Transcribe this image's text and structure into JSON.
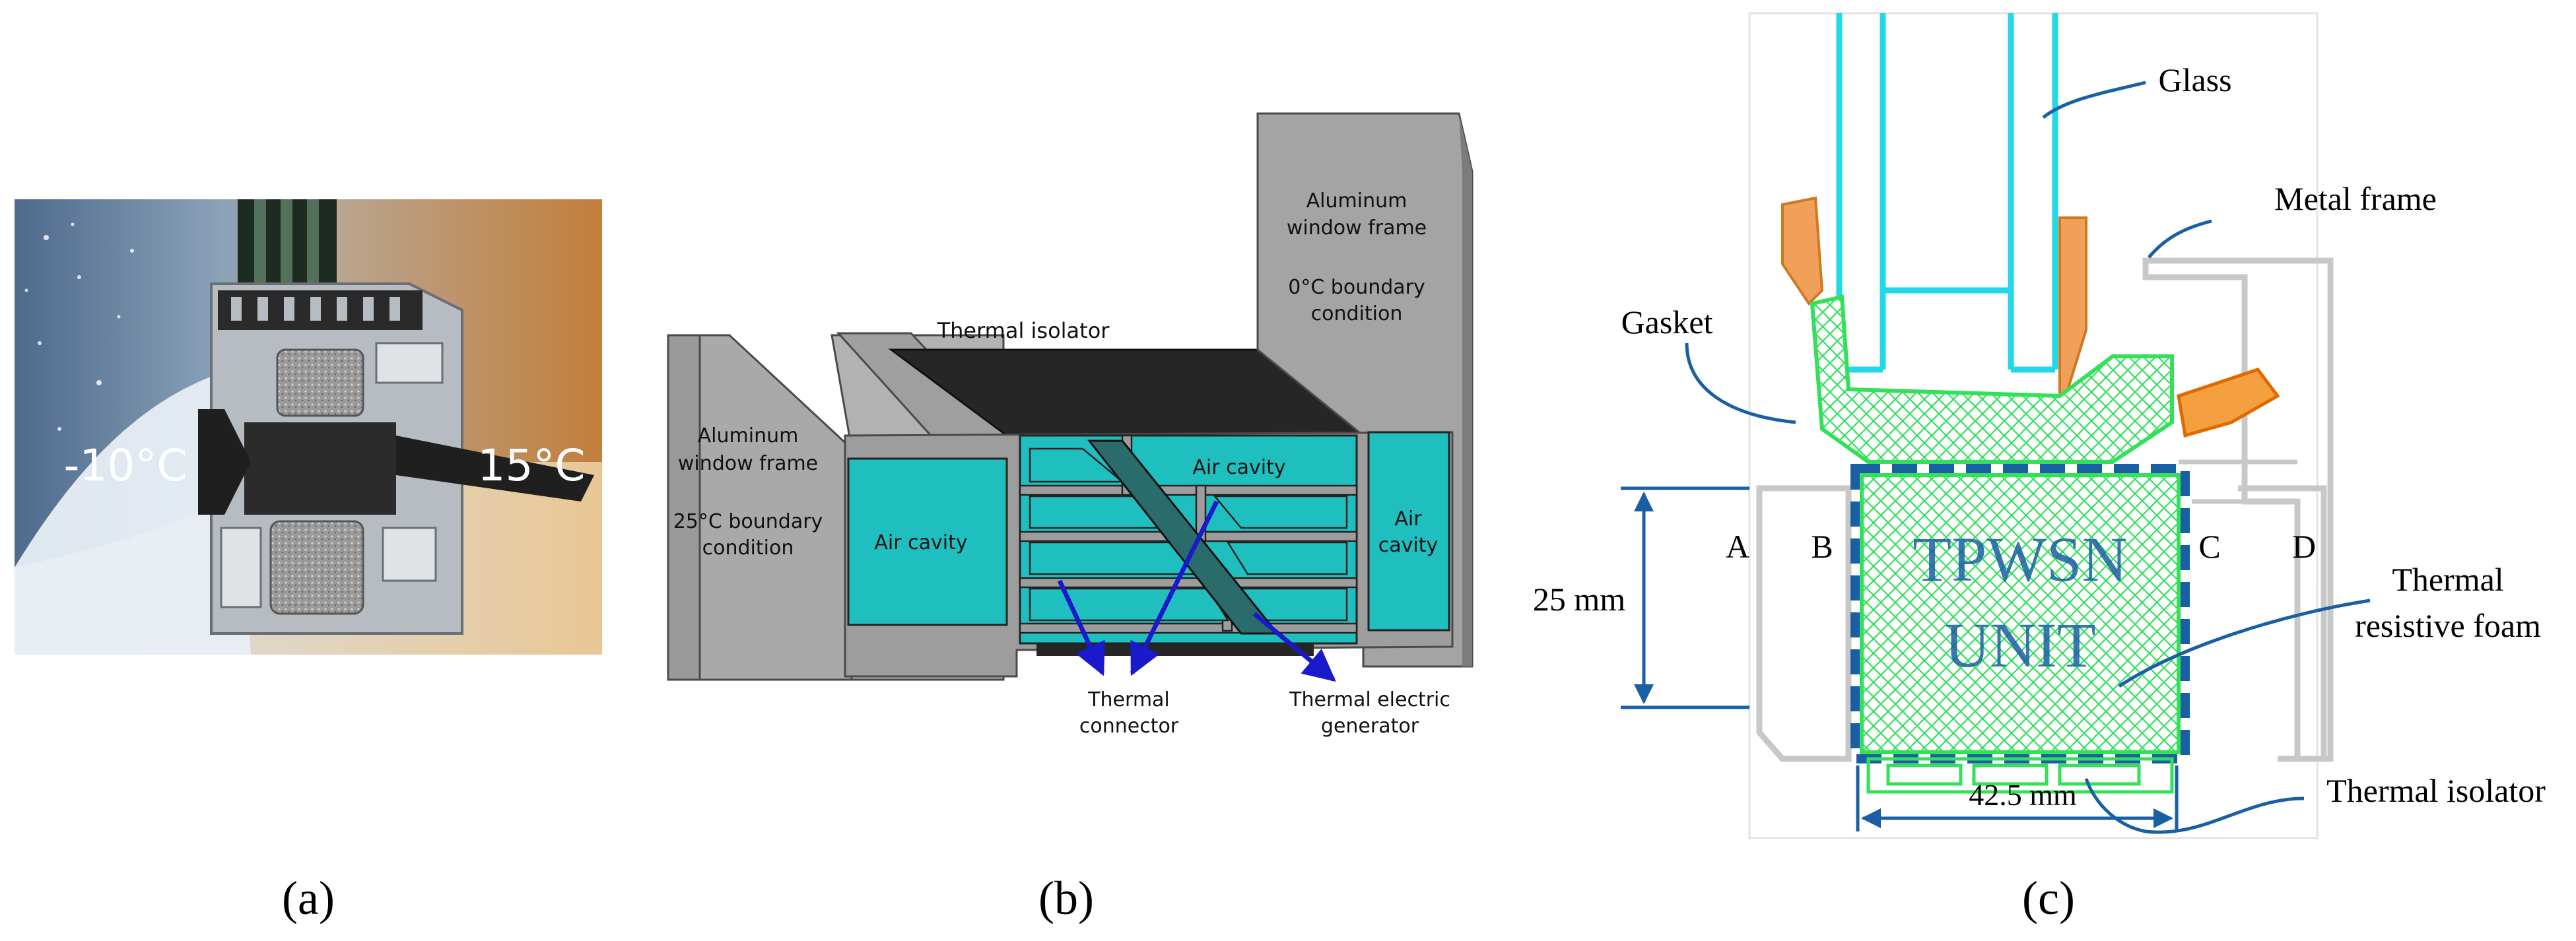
{
  "panel_a": {
    "caption": "(a)",
    "cold_temp": "-10°C",
    "warm_temp": "15°C",
    "colors": {
      "cold_bg": "#5b7390",
      "warm_bg": "#c8894a"
    }
  },
  "panel_b": {
    "caption": "(b)",
    "thermal_isolator": "Thermal isolator",
    "right_frame": [
      "Aluminum",
      "window frame"
    ],
    "right_boundary": [
      "0°C boundary",
      "condition"
    ],
    "left_frame": [
      "Aluminum",
      "window frame"
    ],
    "left_boundary": [
      "25°C boundary",
      "condition"
    ],
    "air_cavity_left": "Air cavity",
    "air_cavity_top": "Air cavity",
    "air_cavity_right": [
      "Air",
      "cavity"
    ],
    "thermal_connector": [
      "Thermal",
      "connector"
    ],
    "teg": [
      "Thermal electric",
      "generator"
    ],
    "colors": {
      "cavity": "#1fbfbf",
      "frame": "#a3a3a3",
      "isolator": "#262626",
      "arrow": "#1a1acc"
    }
  },
  "panel_c": {
    "caption": "(c)",
    "glass": "Glass",
    "metal_frame": "Metal frame",
    "gasket": "Gasket",
    "point_a": "A",
    "point_b": "B",
    "point_c": "C",
    "point_d": "D",
    "dim_height": "25 mm",
    "dim_width": "42.5 mm",
    "unit_line1": "TPWSN",
    "unit_line2": "UNIT",
    "foam": [
      "Thermal",
      "resistive foam"
    ],
    "isolator": "Thermal isolator",
    "colors": {
      "glass": "#22d7e6",
      "gasket": "#33e05a",
      "orange": "#f0a05a",
      "blue": "#1a5fa3",
      "frame": "#c8c8c8"
    }
  }
}
